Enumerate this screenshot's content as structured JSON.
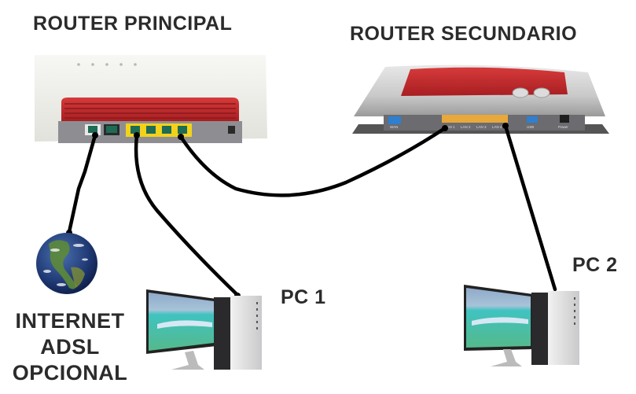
{
  "labels": {
    "router_main": "ROUTER PRINCIPAL",
    "router_secondary": "ROUTER SECUNDARIO",
    "pc1": "PC 1",
    "pc2": "PC 2",
    "internet_lines": [
      "INTERNET",
      "ADSL",
      "OPCIONAL"
    ]
  },
  "router_secondary_ports": [
    "WAN",
    "LAN 1",
    "LAN 2",
    "LAN 3",
    "LAN 4",
    "USB",
    "Power"
  ],
  "connections": [
    {
      "from": "internet",
      "to": "router_main",
      "port": "DSL"
    },
    {
      "from": "router_main",
      "port": "LAN 1",
      "to": "pc1"
    },
    {
      "from": "router_main",
      "port": "LAN 4",
      "to": "router_secondary",
      "to_port": "LAN 1"
    },
    {
      "from": "router_secondary",
      "port": "LAN 4",
      "to": "pc2"
    }
  ],
  "colors": {
    "text": "#2b2b2b",
    "cable": "#000000",
    "router_red": "#c8262a",
    "lan_yellow": "#f2d21b",
    "lan_orange": "#e8a93a",
    "wan_blue": "#2f7fd0"
  }
}
